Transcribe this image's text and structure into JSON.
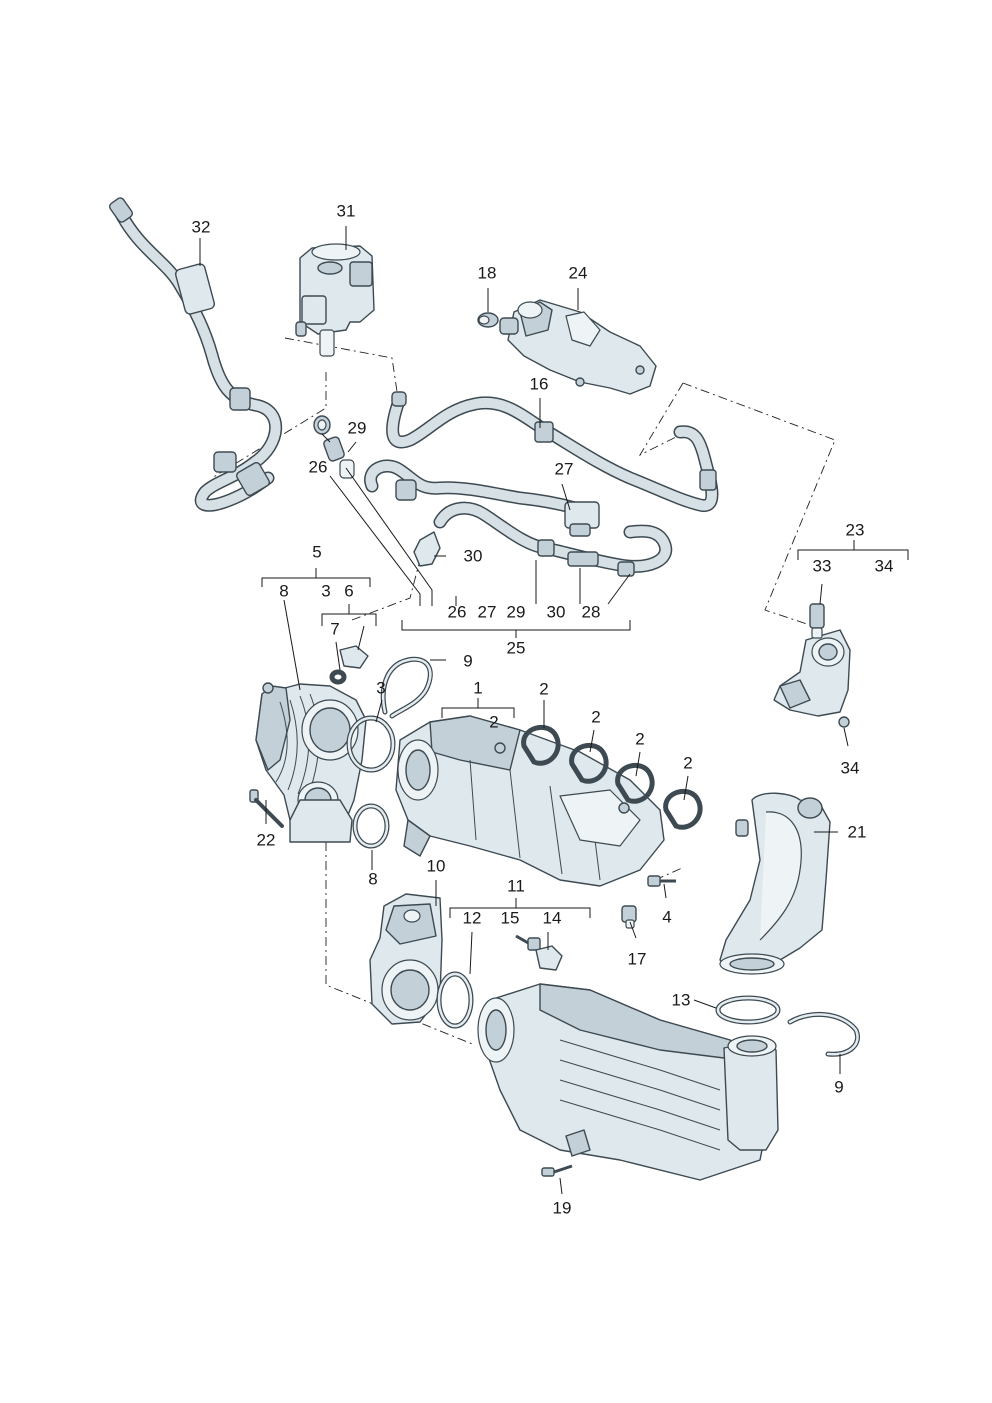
{
  "labels": {
    "p1": "1",
    "p2a": "2",
    "p2b": "2",
    "p2c": "2",
    "p2d": "2",
    "p2e": "2",
    "p3a": "3",
    "p3b": "3",
    "p4": "4",
    "p5": "5",
    "p6": "6",
    "p7": "7",
    "p8a": "8",
    "p8b": "8",
    "p9a": "9",
    "p9b": "9",
    "p10": "10",
    "p11": "11",
    "p12": "12",
    "p13": "13",
    "p14": "14",
    "p15": "15",
    "p16": "16",
    "p17": "17",
    "p18": "18",
    "p19": "19",
    "p21": "21",
    "p22": "22",
    "p23": "23",
    "p24": "24",
    "p25": "25",
    "p26a": "26",
    "p26b": "26",
    "p27a": "27",
    "p27b": "27",
    "p28": "28",
    "p29a": "29",
    "p29b": "29",
    "p30a": "30",
    "p30b": "30",
    "p31": "31",
    "p32": "32",
    "p33": "33",
    "p34a": "34",
    "p34b": "34"
  }
}
